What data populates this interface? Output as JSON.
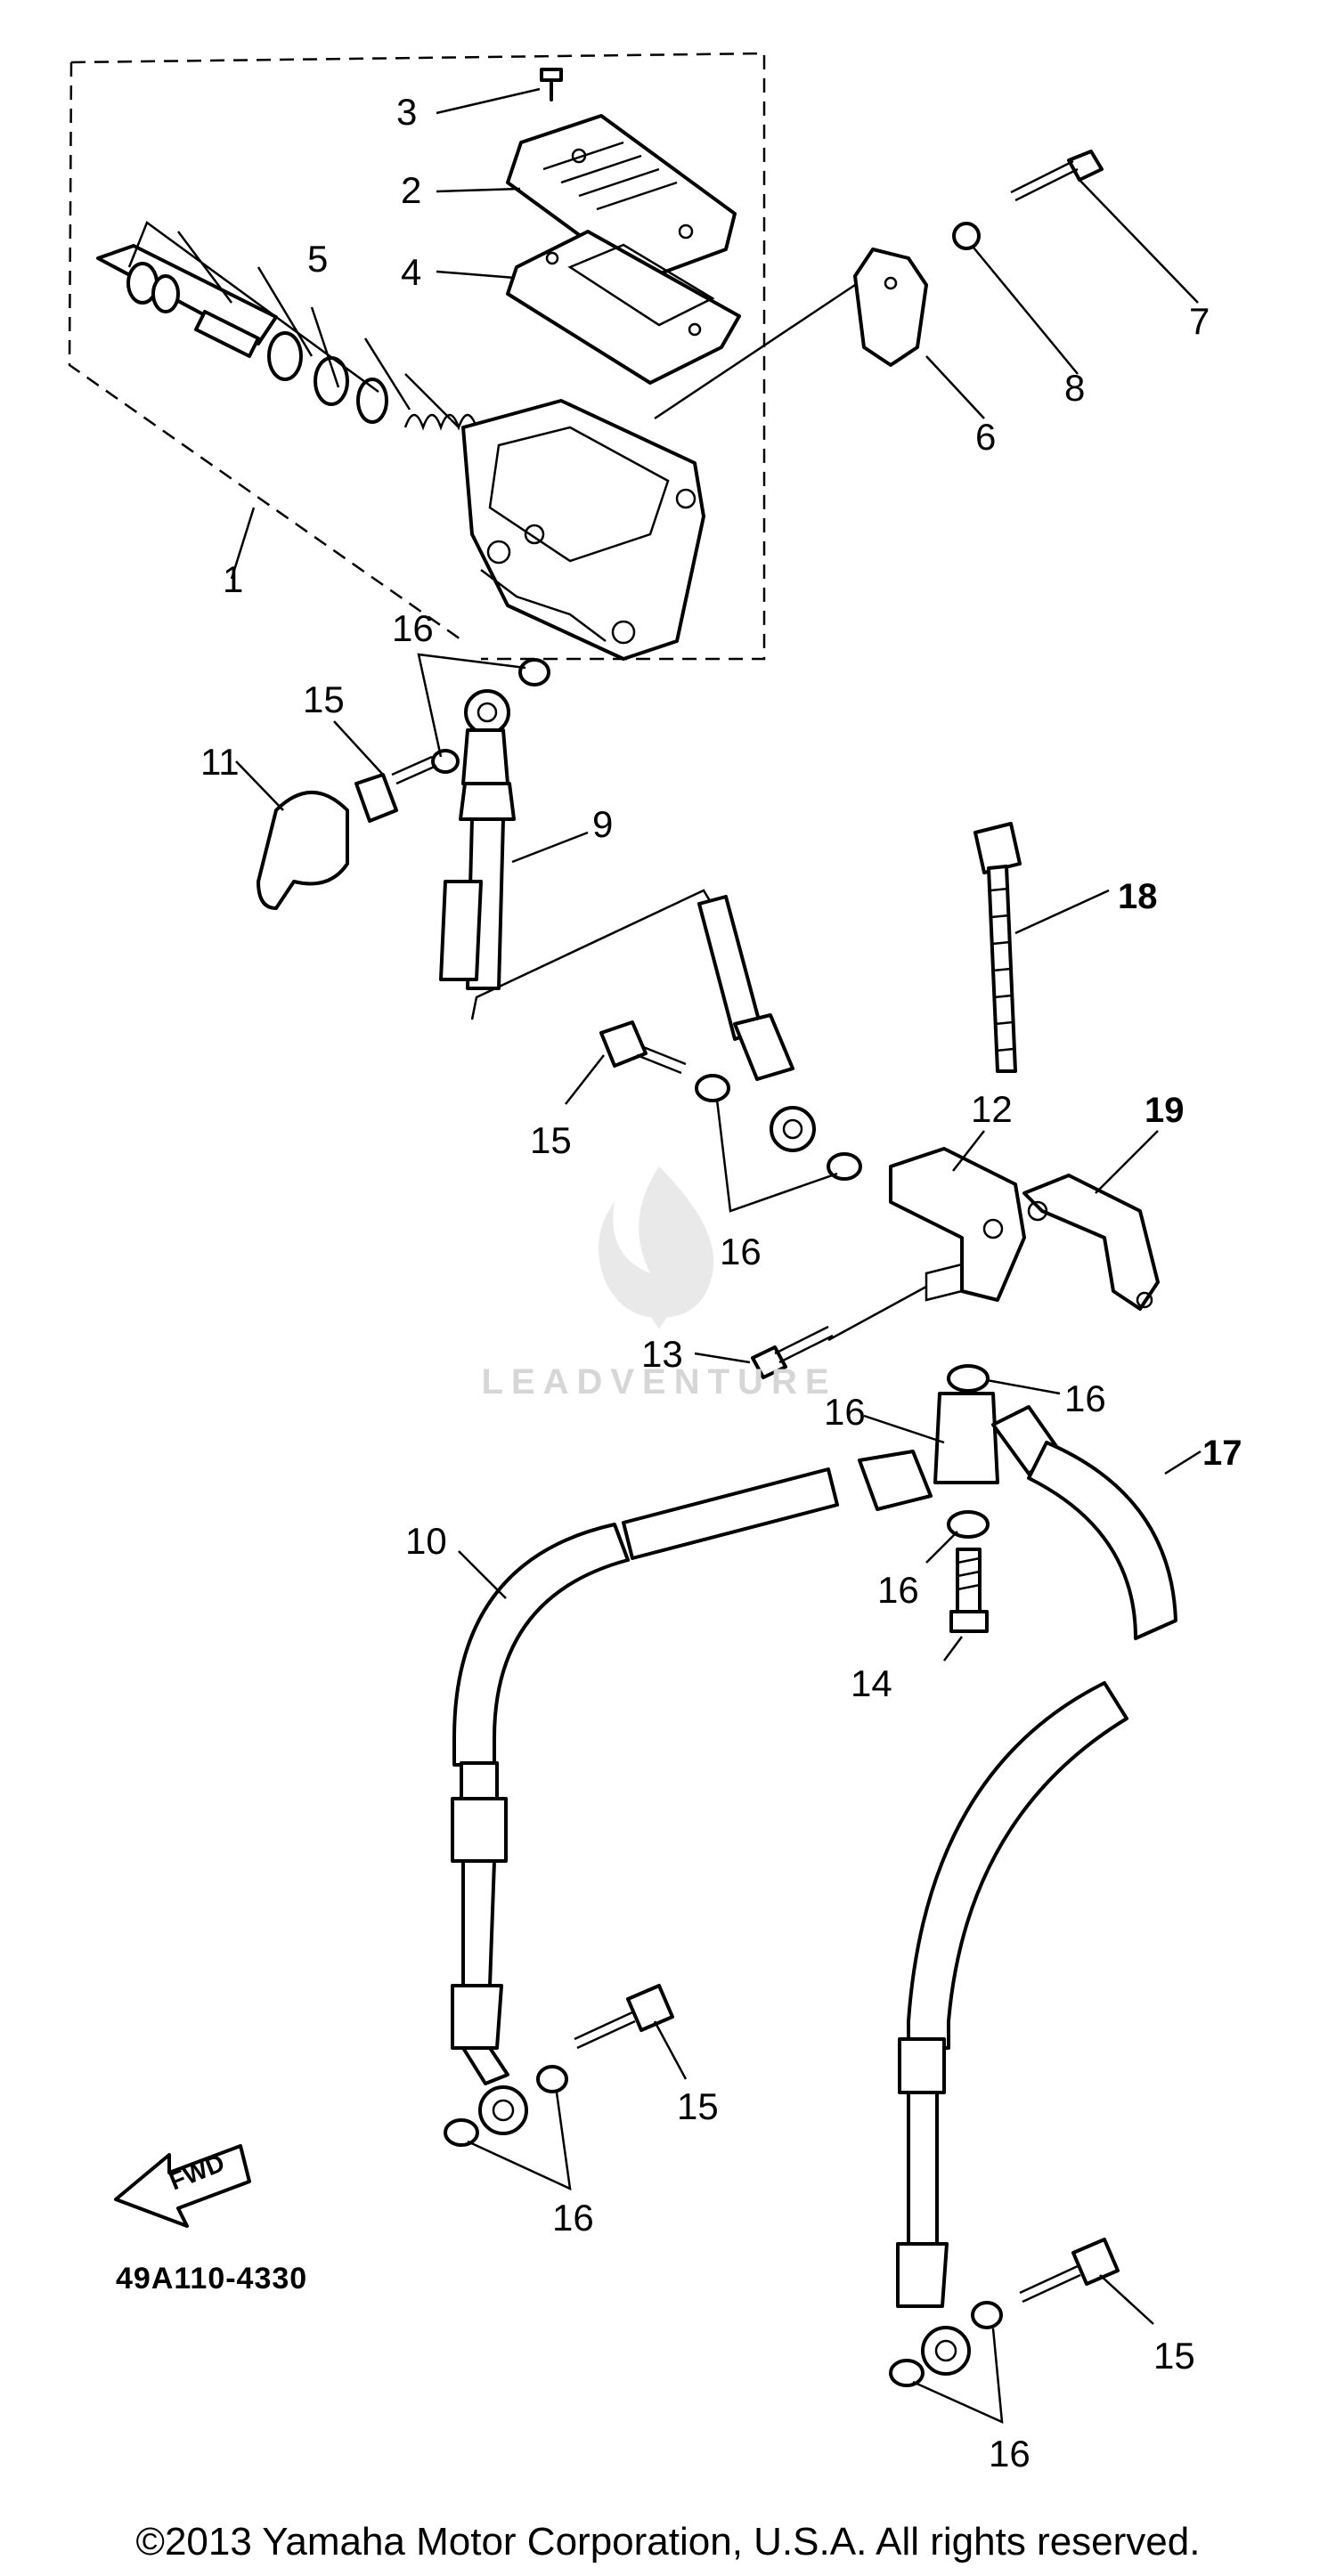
{
  "diagram": {
    "part_code": "49A110-4330",
    "callouts": {
      "c1": "1",
      "c2": "2",
      "c3": "3",
      "c4": "4",
      "c5": "5",
      "c6": "6",
      "c7": "7",
      "c8": "8",
      "c9": "9",
      "c10": "10",
      "c11": "11",
      "c12": "12",
      "c13": "13",
      "c14": "14",
      "c15": "15",
      "c16": "16",
      "c17": "17",
      "c18": "18",
      "c19": "19"
    },
    "fwd_label": "FWD",
    "watermark": "LEADVENTURE"
  },
  "copyright": "©2013 Yamaha Motor Corporation, U.S.A. All rights reserved."
}
